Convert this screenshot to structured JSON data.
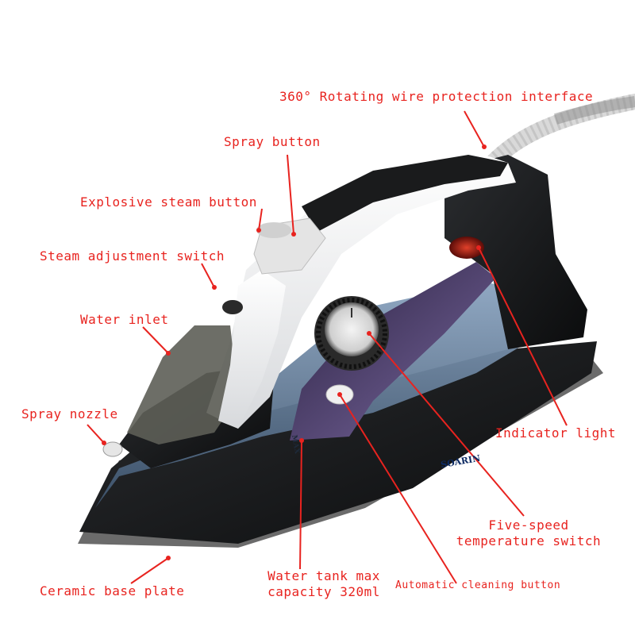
{
  "labels": {
    "wire_interface": "360° Rotating wire protection interface",
    "spray_button": "Spray button",
    "steam_button": "Explosive steam button",
    "steam_switch": "Steam adjustment switch",
    "water_inlet": "Water inlet",
    "spray_nozzle": "Spray nozzle",
    "indicator_light": "Indicator light",
    "temp_switch_line1": "Five-speed",
    "temp_switch_line2": "temperature switch",
    "tank_line1": "Water tank max",
    "tank_line2": "capacity 320ml",
    "cleaning_button": "Automatic cleaning button",
    "base_plate": "Ceramic base plate"
  },
  "product": {
    "brand": "SOARIN",
    "max_mark": "MAX"
  },
  "colors": {
    "label_red": "#e8231f",
    "body_black": "#161718",
    "tank_blue": "#56708f",
    "panel_purple": "#5a4a78",
    "handle_white": "#f2f2f2",
    "brand_navy": "#0c2a63"
  }
}
